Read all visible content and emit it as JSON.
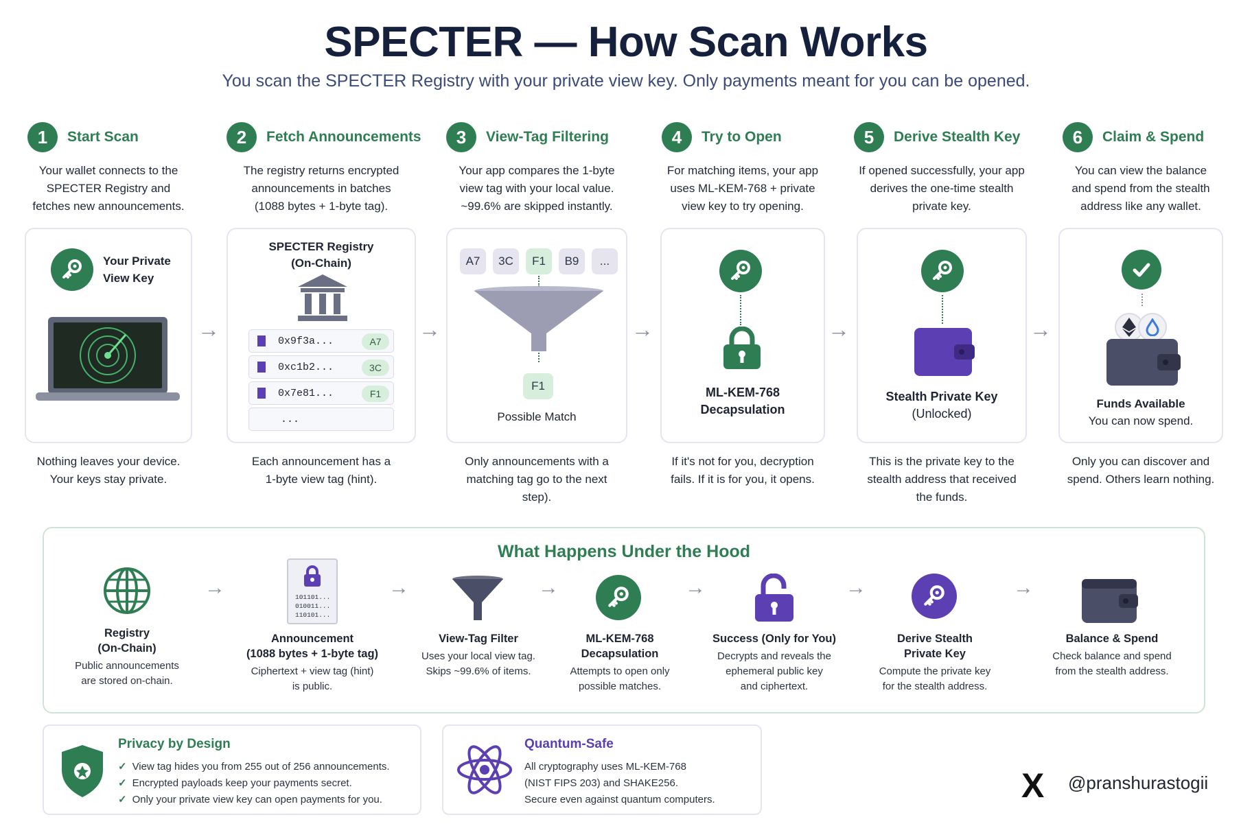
{
  "header": {
    "title": "SPECTER — How Scan Works",
    "subtitle": "You scan the SPECTER Registry with your private view key. Only payments meant for you can be opened."
  },
  "steps": [
    {
      "num": "1",
      "title": "Start Scan",
      "desc": [
        "Your wallet connects to the",
        "SPECTER Registry and",
        "fetches new announcements."
      ],
      "foot": [
        "Nothing leaves your device.",
        "Your keys stay private."
      ]
    },
    {
      "num": "2",
      "title": "Fetch Announcements",
      "desc": [
        "The registry returns encrypted",
        "announcements in batches",
        "(1088 bytes + 1-byte tag)."
      ],
      "foot": [
        "Each announcement has a",
        "1-byte view tag (hint)."
      ]
    },
    {
      "num": "3",
      "title": "View-Tag Filtering",
      "desc": [
        "Your app compares the 1-byte",
        "view tag with your local value.",
        "~99.6% are skipped instantly."
      ],
      "foot": [
        "Only announcements with a",
        "matching tag go to the next",
        "step)."
      ]
    },
    {
      "num": "4",
      "title": "Try to Open",
      "desc": [
        "For matching items, your app",
        "uses ML-KEM-768 + private",
        "view key to try opening."
      ],
      "foot": [
        "If it's not for you, decryption",
        "fails. If it is for you, it opens."
      ]
    },
    {
      "num": "5",
      "title": "Derive Stealth Key",
      "desc": [
        "If opened successfully, your app",
        "derives the one-time stealth",
        "private key."
      ],
      "foot": [
        "This is the private key to the",
        "stealth address that received",
        "the funds."
      ]
    },
    {
      "num": "6",
      "title": "Claim & Spend",
      "desc": [
        "You can view the balance",
        "and spend from the stealth",
        "address like any wallet."
      ],
      "foot": [
        "Only you can discover and",
        "spend. Others learn nothing."
      ]
    }
  ],
  "card1": {
    "key_label_1": "Your Private",
    "key_label_2": "View Key"
  },
  "card2": {
    "title_1": "SPECTER Registry",
    "title_2": "(On-Chain)",
    "rows": [
      {
        "addr": "0x9f3a...",
        "tag": "A7"
      },
      {
        "addr": "0xc1b2...",
        "tag": "3C"
      },
      {
        "addr": "0x7e81...",
        "tag": "F1"
      }
    ],
    "more": "..."
  },
  "card3": {
    "tags": [
      "A7",
      "3C",
      "F1",
      "B9",
      "..."
    ],
    "match_tag": "F1",
    "label": "Possible Match"
  },
  "card4": {
    "label_1": "ML-KEM-768",
    "label_2": "Decapsulation"
  },
  "card5": {
    "label_1": "Stealth Private Key",
    "label_2": "(Unlocked)"
  },
  "card6": {
    "label_1": "Funds Available",
    "label_2": "You can now spend."
  },
  "hood": {
    "title": "What Happens Under the Hood",
    "file_text": [
      "101101...",
      "010011...",
      "110101..."
    ],
    "items": [
      {
        "name": [
          "Registry",
          "(On-Chain)"
        ],
        "desc": [
          "Public announcements",
          "are stored on-chain."
        ]
      },
      {
        "name": [
          "Announcement",
          "(1088 bytes + 1-byte tag)"
        ],
        "desc": [
          "Ciphertext + view tag (hint)",
          "is public."
        ]
      },
      {
        "name": [
          "View-Tag Filter"
        ],
        "desc": [
          "Uses your local view tag.",
          "Skips ~99.6% of items."
        ]
      },
      {
        "name": [
          "ML-KEM-768",
          "Decapsulation"
        ],
        "desc": [
          "Attempts to open only",
          "possible matches."
        ]
      },
      {
        "name": [
          "Success (Only for You)"
        ],
        "desc": [
          "Decrypts and reveals the",
          "ephemeral public key",
          "and ciphertext."
        ]
      },
      {
        "name": [
          "Derive Stealth",
          "Private Key"
        ],
        "desc": [
          "Compute the private key",
          "for the stealth address."
        ]
      },
      {
        "name": [
          "Balance & Spend"
        ],
        "desc": [
          "Check balance and spend",
          "from the stealth address."
        ]
      }
    ]
  },
  "privacy": {
    "title": "Privacy by Design",
    "lines": [
      "View tag hides you from 255 out of 256 announcements.",
      "Encrypted payloads keep your payments secret.",
      "Only your private view key can open payments for you."
    ]
  },
  "quantum": {
    "title": "Quantum-Safe",
    "lines": [
      "All cryptography uses ML-KEM-768",
      "(NIST FIPS 203) and SHAKE256.",
      "Secure even against quantum computers."
    ]
  },
  "footer": {
    "handle": "@pranshurastogii",
    "x_logo": "X"
  },
  "colors": {
    "green": "#2f7d52",
    "purple": "#5b3fb3",
    "navy": "#15203d",
    "slate": "#4a4e66"
  },
  "icons": [
    "key-icon",
    "laptop-radar-icon",
    "bank-icon",
    "file-icon",
    "funnel-icon",
    "lock-icon",
    "wallet-icon",
    "check-icon",
    "ethereum-icon",
    "drop-icon",
    "globe-icon",
    "unlock-icon",
    "shield-icon",
    "atom-icon",
    "x-logo-icon",
    "arrow-icon"
  ]
}
